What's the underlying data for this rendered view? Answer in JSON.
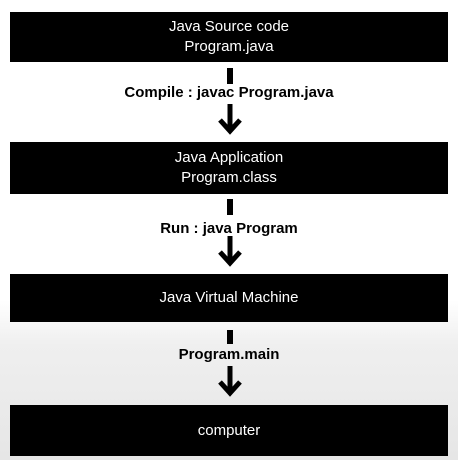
{
  "diagram": {
    "boxes": [
      {
        "lines": [
          "Java Source code",
          "Program.java"
        ]
      },
      {
        "lines": [
          "Java Application",
          "Program.class"
        ]
      },
      {
        "lines": [
          "Java Virtual Machine"
        ]
      },
      {
        "lines": [
          "computer"
        ]
      }
    ],
    "steps": [
      {
        "label": "Compile : javac Program.java"
      },
      {
        "label": "Run : java Program"
      },
      {
        "label": "Program.main"
      }
    ],
    "colors": {
      "box_fill": "#000000",
      "box_text": "#ffffff",
      "arrow": "#000000",
      "background_top": "#ffffff",
      "background_bottom": "#e6e6e6"
    }
  }
}
